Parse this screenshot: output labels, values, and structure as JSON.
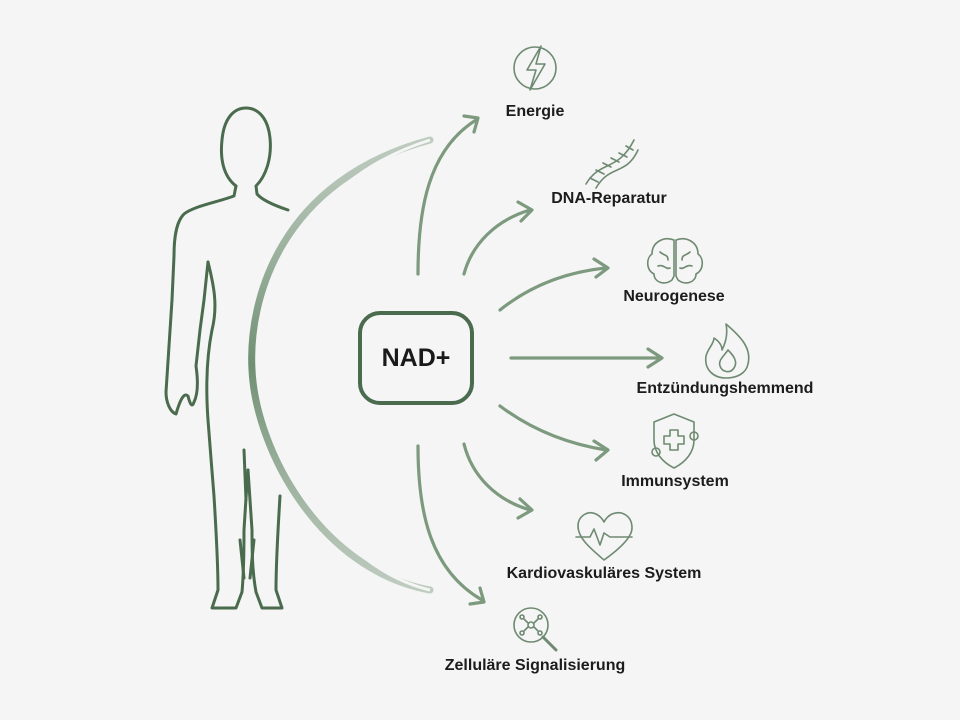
{
  "center": {
    "label": "NAD+"
  },
  "effects": [
    {
      "label": "Energie",
      "icon": "lightning-icon"
    },
    {
      "label": "DNA-Reparatur",
      "icon": "dna-icon"
    },
    {
      "label": "Neurogenese",
      "icon": "brain-icon"
    },
    {
      "label": "Entzündungshemmend",
      "icon": "flame-icon"
    },
    {
      "label": "Immunsystem",
      "icon": "shield-icon"
    },
    {
      "label": "Kardiovaskuläres System",
      "icon": "heart-pulse-icon"
    },
    {
      "label": "Zelluläre Signalisierung",
      "icon": "cell-magnifier-icon"
    }
  ],
  "colors": {
    "stroke": "#4a6b4d",
    "arrow": "#7d9a7f",
    "icon": "#6f8a72",
    "background": "#f4f5f4"
  }
}
